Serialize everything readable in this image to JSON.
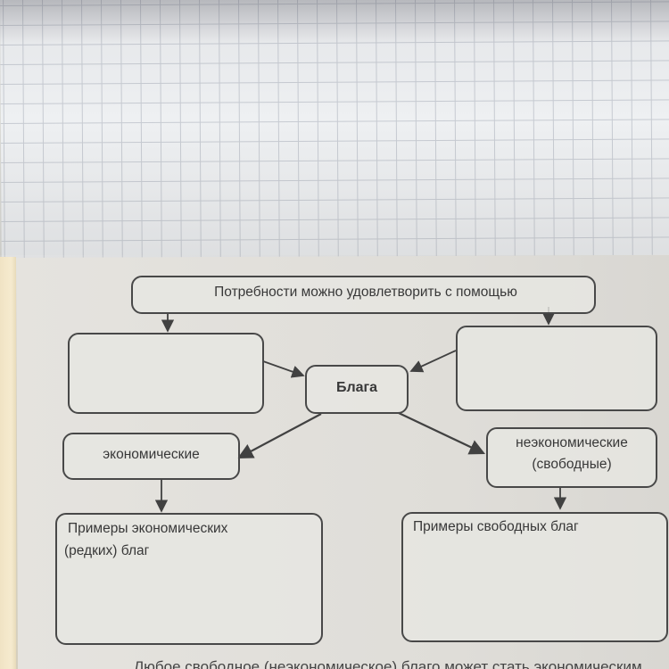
{
  "diagram": {
    "top_prompt": "Потребности можно удовлетворить с помощью",
    "center": "Блага",
    "economic": "экономические",
    "noneconomic_line1": "неэкономические",
    "noneconomic_line2": "(свободные)",
    "examples_economic_line1": "Примеры экономических",
    "examples_economic_line2": "(редких) благ",
    "examples_free": "Примеры свободных благ"
  },
  "partial_caption": "Любое свободное (неэкономическое) благо может стать экономическим"
}
